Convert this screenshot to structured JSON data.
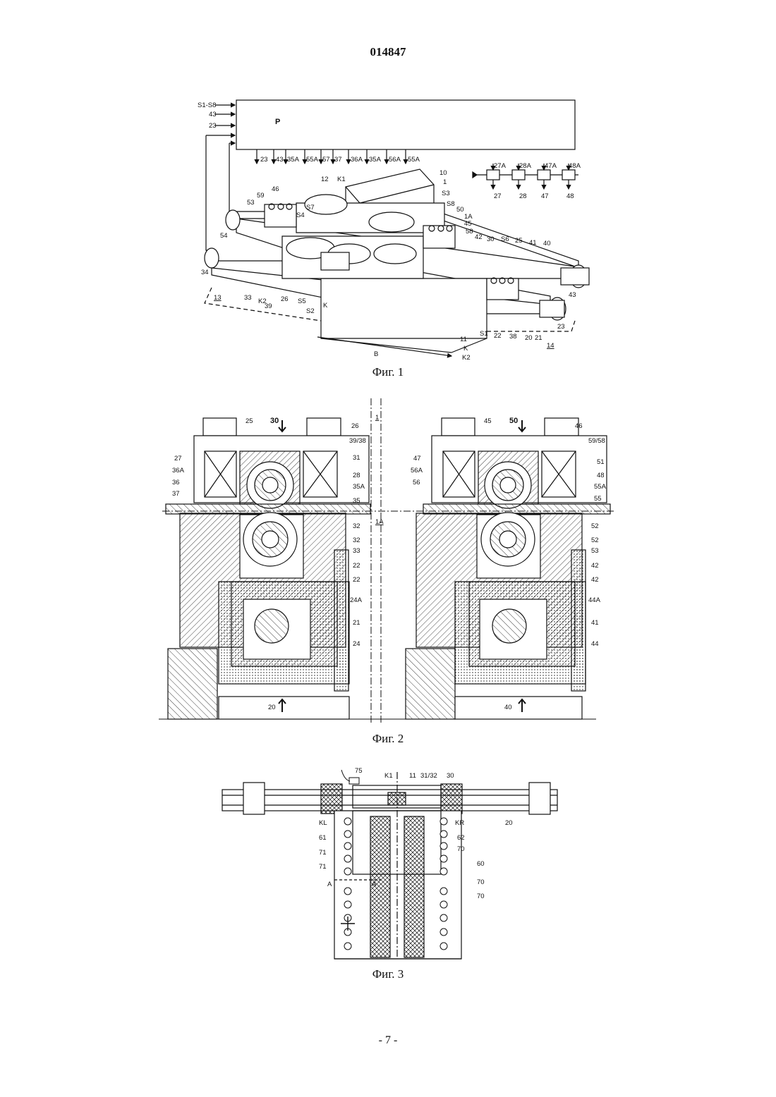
{
  "patent_number": "014847",
  "page_number": "- 7 -",
  "figures": {
    "fig1": {
      "caption": "Фиг. 1",
      "labels": {
        "in_s": "S1-S8",
        "in_43": "43",
        "in_23": "23",
        "proc": "P",
        "out": [
          "23",
          "43",
          "35A",
          "55A",
          "57",
          "37",
          "36A",
          "35A",
          "56A",
          "55A"
        ],
        "act": [
          "27A",
          "28A",
          "47A",
          "48A"
        ],
        "actb": [
          "27",
          "28",
          "47",
          "48"
        ],
        "l12": "12",
        "lK1": "K1",
        "l10": "10",
        "l1": "1",
        "lS3": "S3",
        "lS8": "S8",
        "lS7": "S7",
        "lS4": "S4",
        "l59": "59",
        "l46": "46",
        "l53": "53",
        "l54": "54",
        "l50": "50",
        "l1A": "1A",
        "l45": "45",
        "l58": "58",
        "l42": "42",
        "l30": "30",
        "lS6": "S6",
        "l25": "25",
        "l41": "41",
        "l40": "40",
        "l43": "43",
        "l34": "34",
        "l33": "33",
        "lK2": "K2",
        "l26": "26",
        "l39": "39",
        "lS5": "S5",
        "lS2": "S2",
        "lK": "K",
        "l13": "13",
        "lS1": "S1",
        "l22": "22",
        "l38": "38",
        "l20": "20",
        "l21": "21",
        "l14": "14",
        "l23b": "23",
        "l11": "11",
        "lKb": "K",
        "lK2b": "K2",
        "lB": "B"
      }
    },
    "fig2": {
      "caption": "Фиг. 2",
      "axis": "1",
      "axis_a": "1A",
      "left": {
        "top": [
          "25",
          "30",
          "26"
        ],
        "side": [
          "39/38",
          "31",
          "28",
          "35A",
          "35",
          "32",
          "32",
          "33",
          "22",
          "22",
          "24A",
          "21",
          "24"
        ],
        "leftside": [
          "27",
          "36A",
          "36",
          "37"
        ],
        "bottom": "20"
      },
      "right": {
        "top": [
          "45",
          "50",
          "46"
        ],
        "side": [
          "59/58",
          "51",
          "48",
          "55A",
          "55",
          "52",
          "52",
          "53",
          "42",
          "42",
          "44A",
          "41",
          "44"
        ],
        "leftside": [
          "47",
          "56A",
          "56"
        ],
        "bottom": "40"
      }
    },
    "fig3": {
      "caption": "Фиг. 3",
      "labels": {
        "l75": "75",
        "lK1": "K1",
        "l11": "11",
        "l3132": "31/32",
        "l30": "30",
        "lKL": "KL",
        "lKR": "KR",
        "l20": "20",
        "l61": "61",
        "l62": "62",
        "l71a": "71",
        "l71b": "71",
        "l70a": "70",
        "l60": "60",
        "l70b": "70",
        "l70c": "70",
        "lA1": "A",
        "lA2": "A"
      }
    }
  },
  "colors": {
    "ink": "#111111",
    "paper": "#ffffff"
  }
}
